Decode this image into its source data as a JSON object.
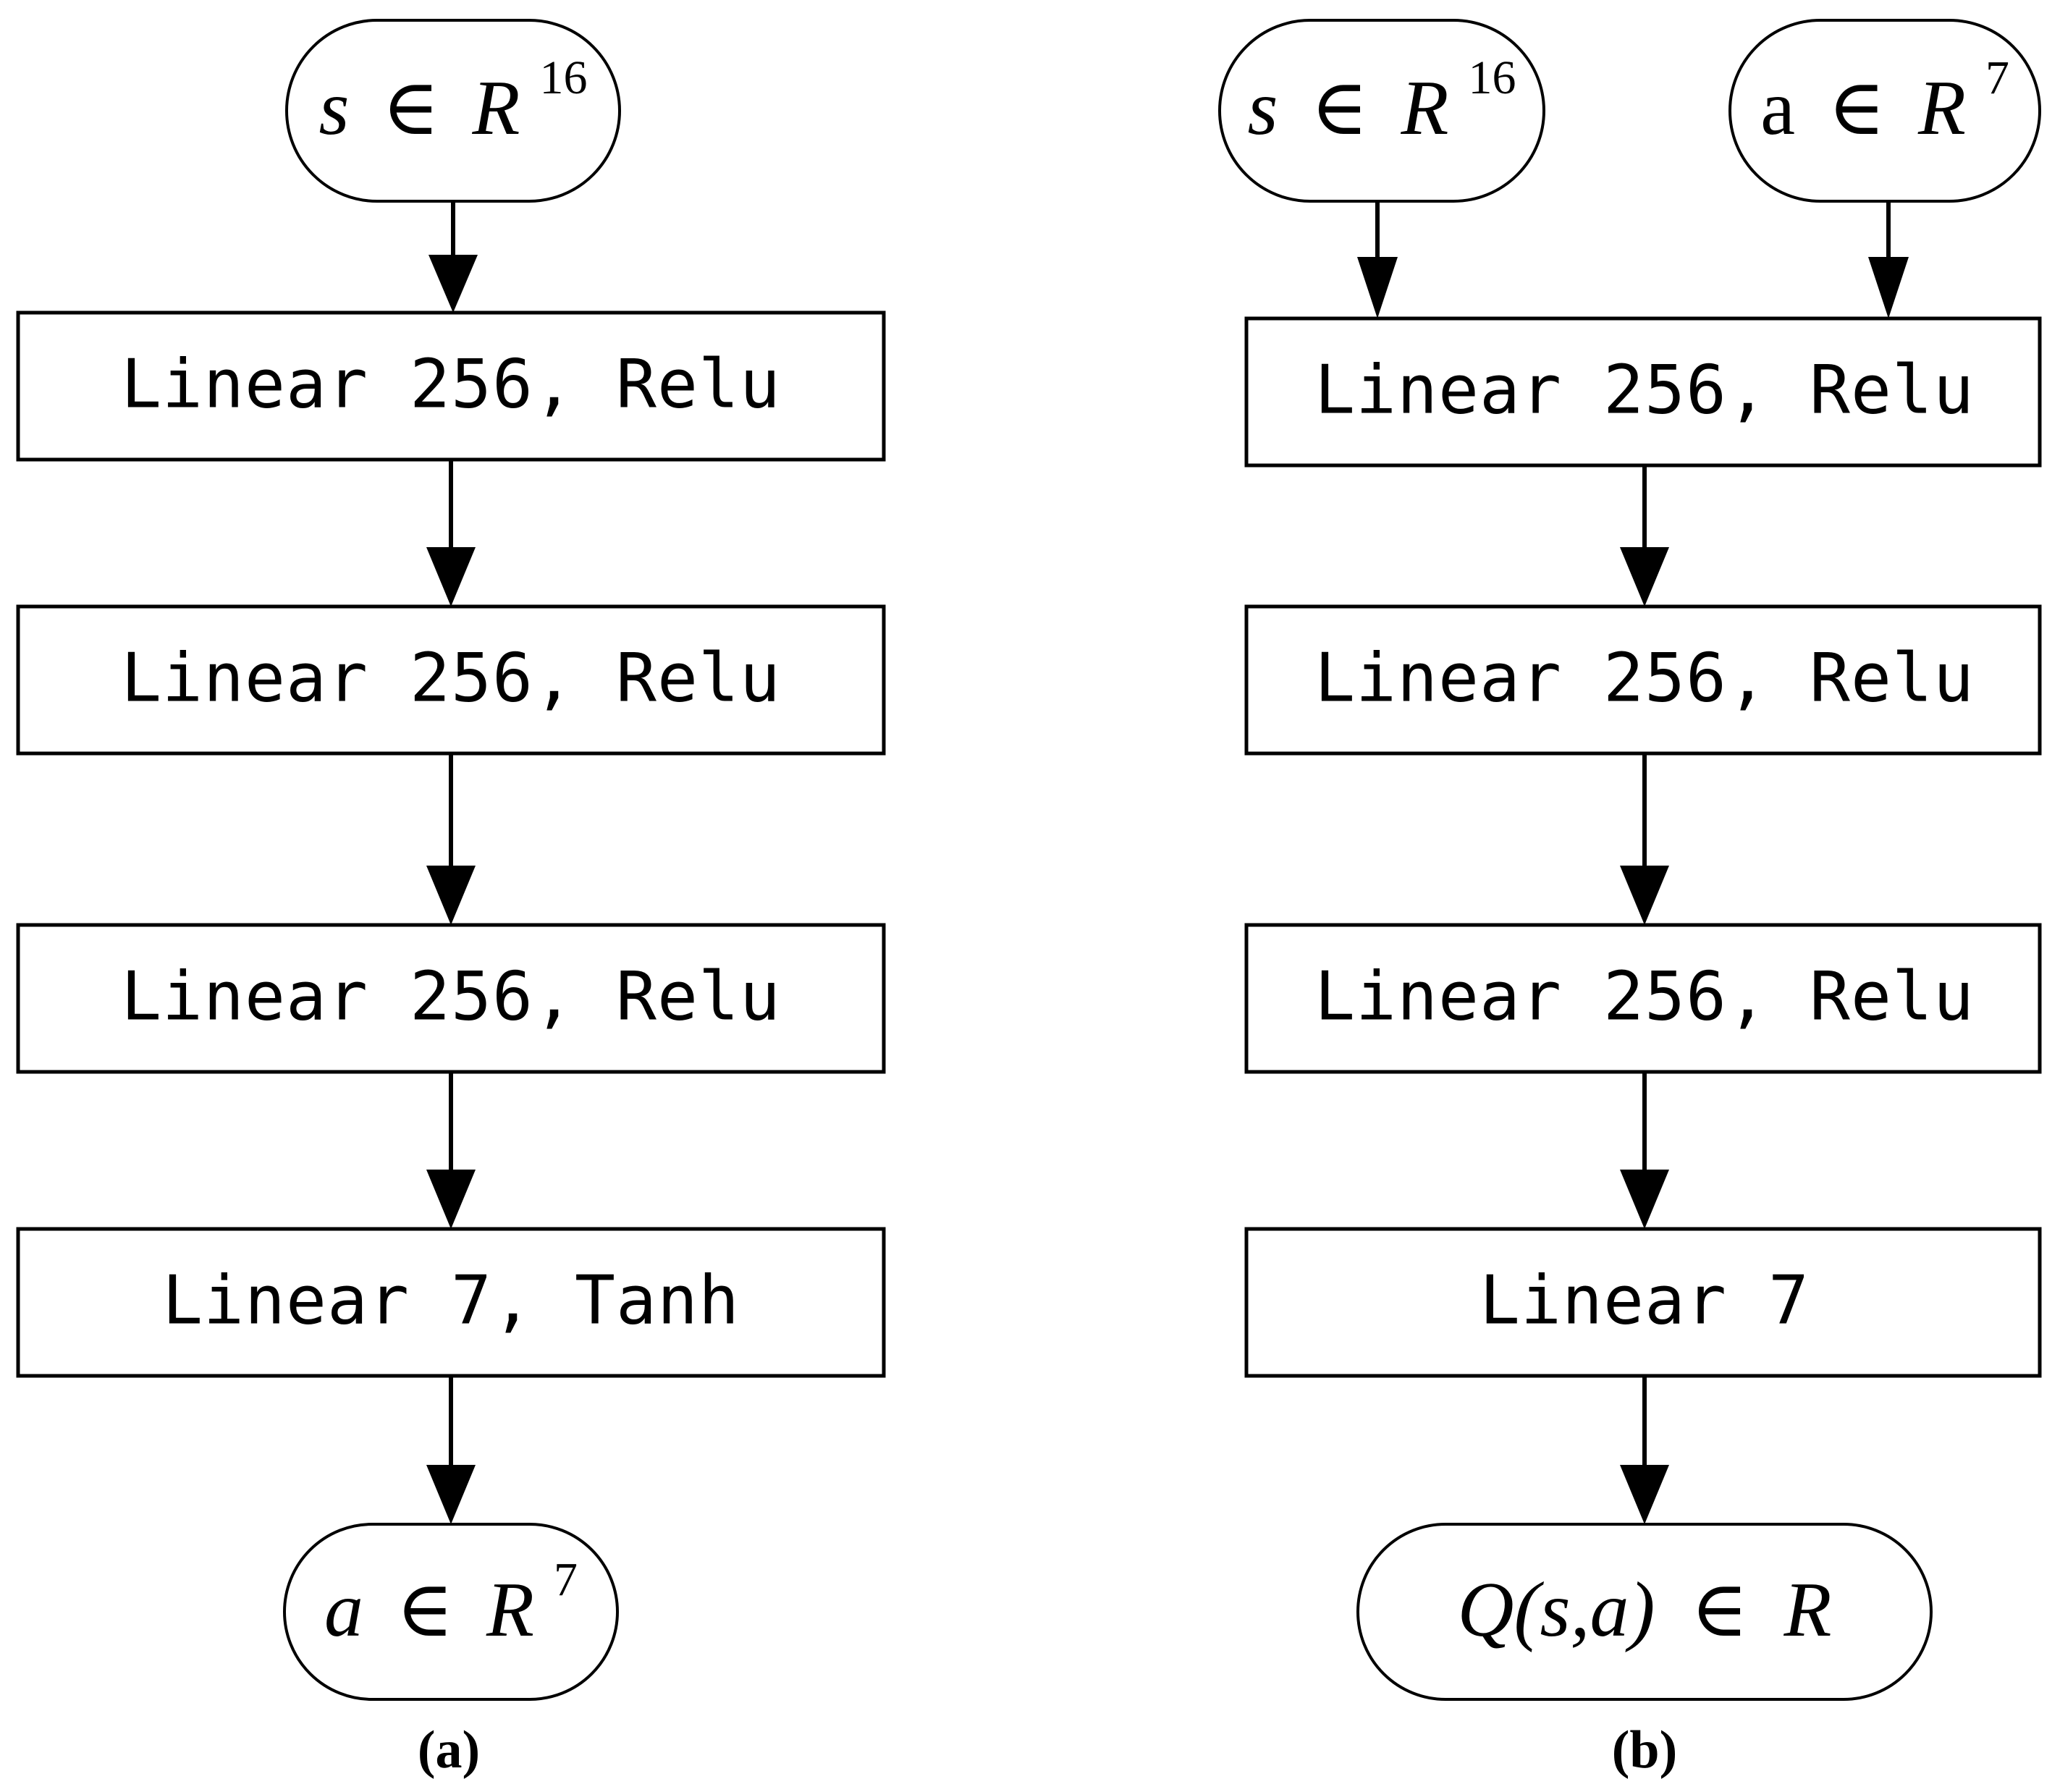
{
  "figure": {
    "background_color": "#ffffff",
    "line_color": "#000000",
    "panels": [
      {
        "id": "panel-a",
        "caption": "(a)",
        "role": "actor-network",
        "inputs": [
          {
            "id": "input-state",
            "text_parts": {
              "var": "s",
              "op": "∈",
              "space": "R",
              "sup": "16"
            },
            "plain": "s ∈ R16"
          }
        ],
        "layers": [
          {
            "id": "layer-a-1",
            "label": "Linear 256, Relu"
          },
          {
            "id": "layer-a-2",
            "label": "Linear 256, Relu"
          },
          {
            "id": "layer-a-3",
            "label": "Linear 256, Relu"
          },
          {
            "id": "layer-a-4",
            "label": "Linear 7, Tanh"
          }
        ],
        "output": {
          "id": "output-action",
          "text_parts": {
            "var": "a",
            "op": "∈",
            "space": "R",
            "sup": "7"
          },
          "plain": "a ∈ R7"
        }
      },
      {
        "id": "panel-b",
        "caption": "(b)",
        "role": "critic-network",
        "inputs": [
          {
            "id": "input-state",
            "text_parts": {
              "var": "s",
              "op": "∈",
              "space": "R",
              "sup": "16"
            },
            "plain": "s ∈ R16",
            "var_style": "italic"
          },
          {
            "id": "input-action",
            "text_parts": {
              "var": "a",
              "op": "∈",
              "space": "R",
              "sup": "7"
            },
            "plain": "a ∈ R7",
            "var_style": "upright"
          }
        ],
        "layers": [
          {
            "id": "layer-b-1",
            "label": "Linear 256, Relu"
          },
          {
            "id": "layer-b-2",
            "label": "Linear 256, Relu"
          },
          {
            "id": "layer-b-3",
            "label": "Linear 256, Relu"
          },
          {
            "id": "layer-b-4",
            "label": "Linear 7"
          }
        ],
        "output": {
          "id": "output-qvalue",
          "text_parts": {
            "var": "Q(s,a)",
            "op": "∈",
            "space": "R",
            "sup": ""
          },
          "plain": "Q(s,a) ∈ R"
        }
      }
    ]
  }
}
